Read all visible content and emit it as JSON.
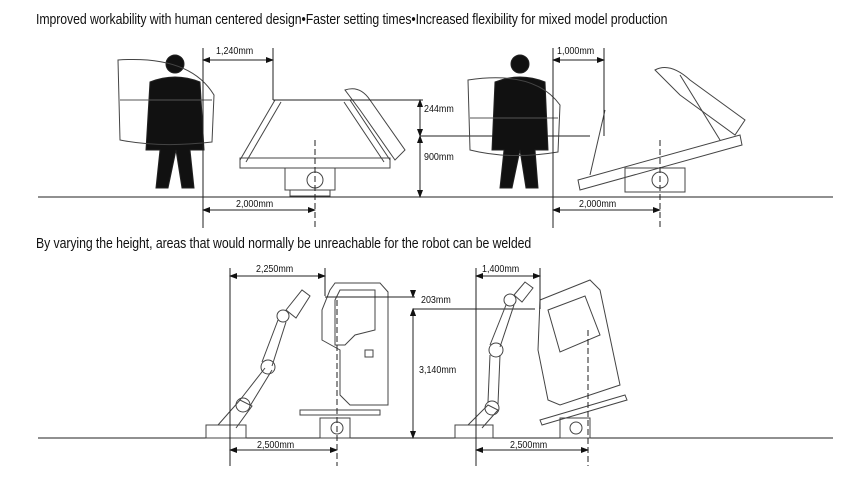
{
  "headings": {
    "top": "Improved workability with human centered design•Faster setting times•Increased flexibility for mixed model production",
    "bottom": "By varying the height, areas that would normally be unreachable for the robot can be welded"
  },
  "top_left": {
    "reach": "1,240mm",
    "height_diff": "244mm",
    "height": "900mm",
    "distance": "2,000mm"
  },
  "top_right": {
    "reach": "1,000mm",
    "distance": "2,000mm"
  },
  "bottom_left": {
    "reach": "2,250mm",
    "height_diff": "203mm",
    "height": "3,140mm",
    "distance": "2,500mm"
  },
  "bottom_right": {
    "reach": "1,400mm",
    "distance": "2,500mm"
  }
}
